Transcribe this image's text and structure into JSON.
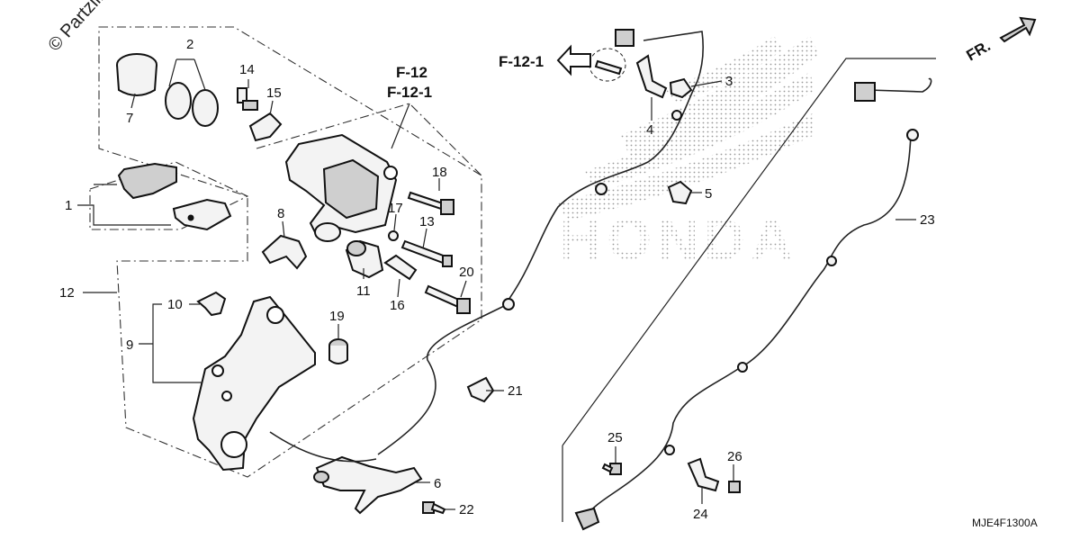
{
  "watermark": "© Partzilla",
  "direction_label": "FR.",
  "ref_caliper_top": "F-12",
  "ref_caliper_bottom": "F-12-1",
  "ref_sensor": "F-12-1",
  "brand_background": "HONDA",
  "diagram_code": "MJE4F1300A",
  "callouts": {
    "c1": "1",
    "c2": "2",
    "c3": "3",
    "c4": "4",
    "c5": "5",
    "c6": "6",
    "c7": "7",
    "c8": "8",
    "c9": "9",
    "c10": "10",
    "c11": "11",
    "c12": "12",
    "c13": "13",
    "c14": "14",
    "c15": "15",
    "c16": "16",
    "c17": "17",
    "c18": "18",
    "c19": "19",
    "c20": "20",
    "c21": "21",
    "c22": "22",
    "c23": "23",
    "c24": "24",
    "c25": "25",
    "c26": "26"
  }
}
